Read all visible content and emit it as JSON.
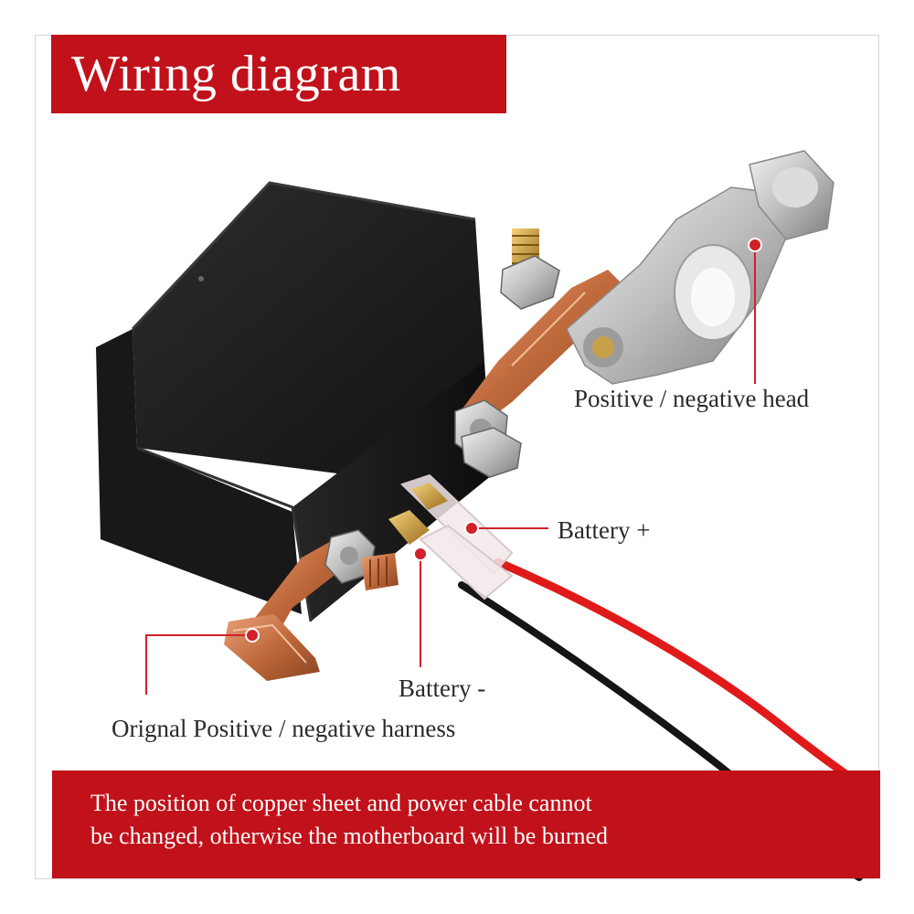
{
  "title": "Wiring diagram",
  "labels": {
    "positive_negative_head": "Positive / negative head",
    "battery_plus": "Battery +",
    "battery_minus": "Battery -",
    "original_harness": "Orignal Positive / negative harness"
  },
  "note": {
    "line1": "The position of copper sheet and power cable cannot",
    "line2": "be changed, otherwise the motherboard will be burned"
  },
  "colors": {
    "banner_red": "#c1111a",
    "leader_red": "#d0202a",
    "wire_red": "#e01a1a",
    "wire_black": "#151515",
    "copper": "#c87a4a",
    "relay_body": "#1c1c1c",
    "clamp_silver": "#c9c9c9"
  }
}
